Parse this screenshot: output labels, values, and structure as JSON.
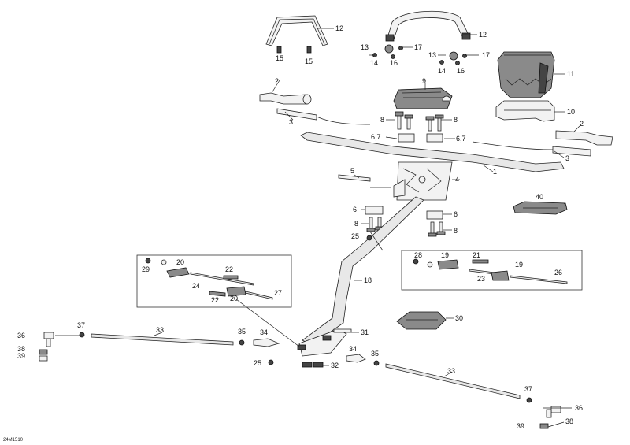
{
  "diagram": {
    "code": "24M1510",
    "callouts": [
      "1",
      "2",
      "2",
      "3",
      "3",
      "4",
      "5",
      "6",
      "6",
      "6,7",
      "6,7",
      "8",
      "8",
      "8",
      "8",
      "9",
      "10",
      "11",
      "12",
      "12",
      "13",
      "13",
      "14",
      "14",
      "15",
      "15",
      "16",
      "16",
      "17",
      "17",
      "18",
      "19",
      "19",
      "20",
      "20",
      "21",
      "22",
      "22",
      "23",
      "24",
      "25",
      "25",
      "26",
      "27",
      "28",
      "29",
      "30",
      "31",
      "32",
      "33",
      "33",
      "34",
      "34",
      "35",
      "35",
      "36",
      "36",
      "37",
      "37",
      "38",
      "38",
      "39",
      "39",
      "40"
    ]
  }
}
